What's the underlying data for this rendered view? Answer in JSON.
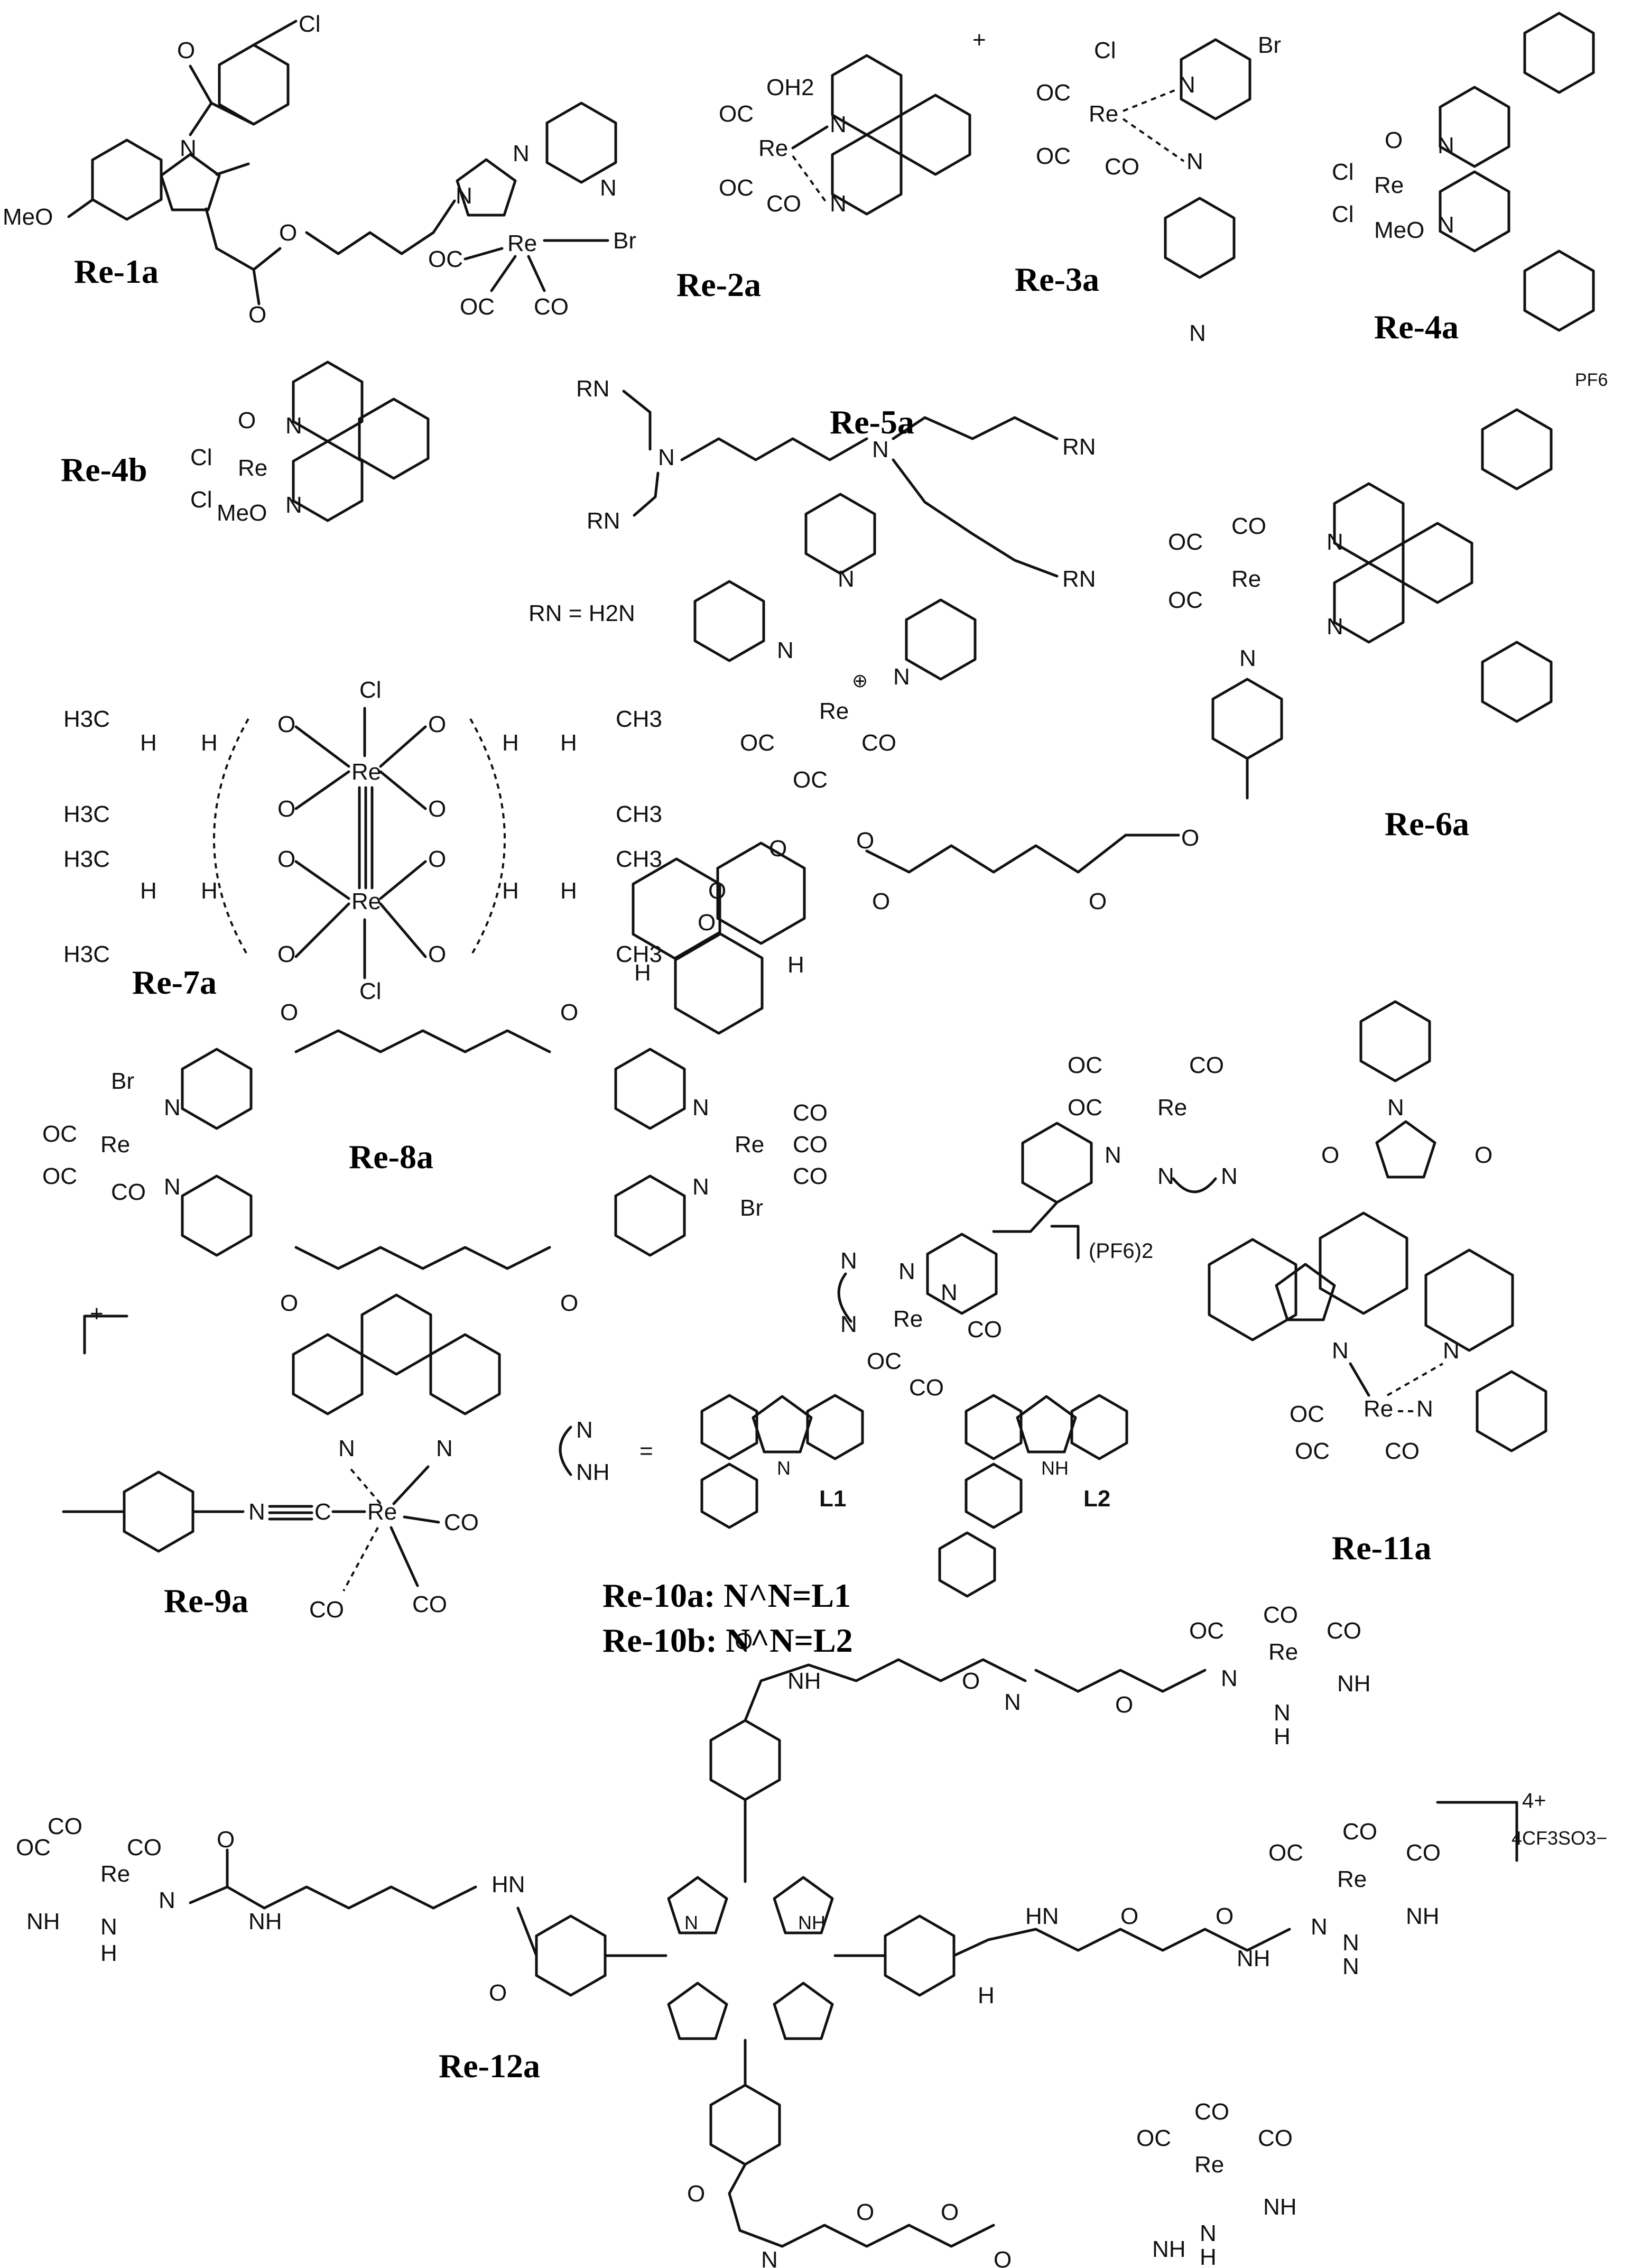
{
  "compounds": [
    {
      "id": "re1a",
      "label": "Re-1a",
      "atoms": [
        "Cl",
        "O",
        "N",
        "MeO",
        "O",
        "O",
        "N",
        "N",
        "N",
        "Re",
        "Br",
        "OC",
        "OC",
        "CO"
      ]
    },
    {
      "id": "re2a",
      "label": "Re-2a",
      "charge": "+",
      "atoms": [
        "OC",
        "OH2",
        "Re",
        "N",
        "N",
        "OC",
        "CO"
      ]
    },
    {
      "id": "re3a",
      "label": "Re-3a",
      "atoms": [
        "Br",
        "Cl",
        "OC",
        "Re",
        "N",
        "OC",
        "CO",
        "N",
        "N"
      ]
    },
    {
      "id": "re4a",
      "label": "Re-4a",
      "atoms": [
        "O",
        "Cl",
        "Re",
        "N",
        "Cl",
        "MeO",
        "N"
      ]
    },
    {
      "id": "re4b",
      "label": "Re-4b",
      "atoms": [
        "O",
        "Cl",
        "Re",
        "N",
        "Cl",
        "MeO",
        "N"
      ]
    },
    {
      "id": "re5a",
      "label": "Re-5a",
      "rn_def": "RN = H2N",
      "atoms": [
        "RN",
        "RN",
        "N",
        "N",
        "RN",
        "RN",
        "N",
        "N",
        "N",
        "Re",
        "OC",
        "OC",
        "CO"
      ]
    },
    {
      "id": "re6a",
      "label": "Re-6a",
      "counterion": "PF6",
      "atoms": [
        "OC",
        "CO",
        "Re",
        "OC",
        "N",
        "N",
        "N",
        "O",
        "O",
        "O",
        "O",
        "O",
        "O",
        "O",
        "H",
        "H"
      ]
    },
    {
      "id": "re7a",
      "label": "Re-7a",
      "atoms": [
        "H3C",
        "CH3",
        "H3C",
        "CH3",
        "H3C",
        "CH3",
        "H3C",
        "CH3",
        "O",
        "O",
        "O",
        "O",
        "O",
        "O",
        "O",
        "O",
        "Re",
        "Re",
        "Cl",
        "Cl",
        "H",
        "H",
        "H",
        "H",
        "H",
        "H",
        "H",
        "H"
      ]
    },
    {
      "id": "re8a",
      "label": "Re-8a",
      "atoms": [
        "Br",
        "OC",
        "OC",
        "CO",
        "Re",
        "N",
        "N",
        "O",
        "O",
        "O",
        "O",
        "N",
        "N",
        "Re",
        "CO",
        "CO",
        "CO",
        "Br"
      ]
    },
    {
      "id": "re9a",
      "label": "Re-9a",
      "charge": "+",
      "atoms": [
        "N",
        "N",
        "N",
        "C",
        "Re",
        "CO",
        "CO",
        "CO"
      ]
    },
    {
      "id": "re10",
      "labels": [
        "Re-10a: N^N=L1",
        "Re-10b: N^N=L2"
      ],
      "counterion": "(PF6)2",
      "ligands": [
        "L1",
        "L2"
      ],
      "atoms": [
        "OC",
        "CO",
        "OC",
        "Re",
        "N",
        "N",
        "N",
        "N",
        "N",
        "Re",
        "OC",
        "CO",
        "CO",
        "N",
        "N",
        "N",
        "NH",
        "N",
        "N",
        "NH",
        "="
      ]
    },
    {
      "id": "re11a",
      "label": "Re-11a",
      "atoms": [
        "N",
        "O",
        "O",
        "N",
        "N",
        "N",
        "Re",
        "OC",
        "OC",
        "CO"
      ]
    },
    {
      "id": "re12a",
      "label": "Re-12a",
      "charge": "4+",
      "counterion": "4CF3SO3−",
      "atoms": [
        "CO",
        "OC",
        "CO",
        "Re",
        "N",
        "NH",
        "N",
        "H",
        "N",
        "H",
        "O",
        "O",
        "O",
        "O",
        "O",
        "NH",
        "N",
        "HN",
        "CO",
        "OC",
        "CO",
        "Re",
        "NH",
        "N",
        "N",
        "H",
        "N",
        "H",
        "O",
        "O",
        "O",
        "O",
        "O",
        "NH",
        "N",
        "HN",
        "N",
        "NH",
        "CO",
        "OC",
        "CO",
        "Re",
        "NH",
        "N",
        "N",
        "H",
        "CO",
        "OC",
        "CO",
        "Re",
        "NH",
        "N",
        "N",
        "H"
      ]
    }
  ]
}
